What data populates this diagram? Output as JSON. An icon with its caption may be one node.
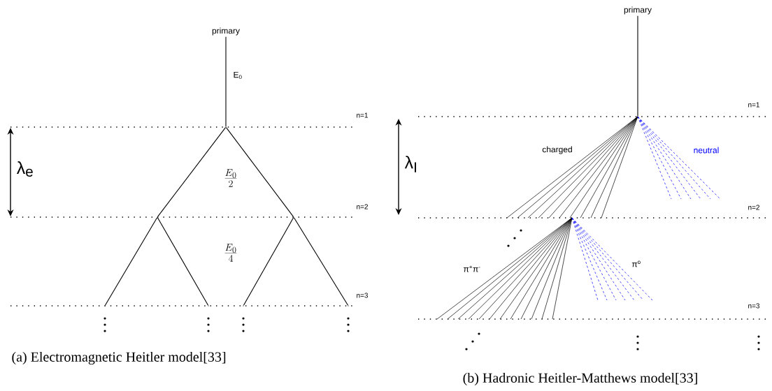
{
  "diagram": {
    "nodes": [
      {
        "text": [
          "primary"
        ]
      },
      {
        "text": [],
        "shape": "point"
      },
      {
        "text": [],
        "shape": "point"
      },
      {
        "text": [],
        "shape": "point"
      },
      {
        "text": [],
        "shape": "point"
      },
      {
        "text": [],
        "shape": "point"
      },
      {
        "text": [],
        "shape": "point"
      },
      {
        "text": [],
        "shape": "point"
      },
      {
        "text": [
          "primary"
        ]
      },
      {
        "text": [],
        "shape": "point"
      }
    ],
    "edges": [
      {
        "from": 0,
        "to": 1,
        "arrow": "none",
        "label": "E$_{0}$"
      },
      {
        "from": 1,
        "to": 2,
        "arrow": "none"
      },
      {
        "from": 1,
        "to": 3,
        "arrow": "none"
      },
      {
        "from": 2,
        "to": 4,
        "arrow": "none"
      },
      {
        "from": 2,
        "to": 5,
        "arrow": "none"
      },
      {
        "from": 3,
        "to": 6,
        "arrow": "none"
      },
      {
        "from": 3,
        "to": 7,
        "arrow": "none"
      },
      {
        "from": 8,
        "to": 9,
        "arrow": "none"
      }
    ],
    "labels": [
      "n=1",
      "λ$_{e}$",
      "\\frac{E_0}{2}",
      "n=2",
      "\\frac{E_0}{4}",
      "n=3",
      "n=1",
      "λ$_{I}$",
      "charged",
      "neutral",
      "n=2",
      "π$^{+}$π$^{-}$",
      "π$^{o}$",
      "n=3",
      "(a) Electromagnetic Heitler model[33]",
      "(b) Hadronic Heitler-Matthews model[33]"
    ]
  }
}
